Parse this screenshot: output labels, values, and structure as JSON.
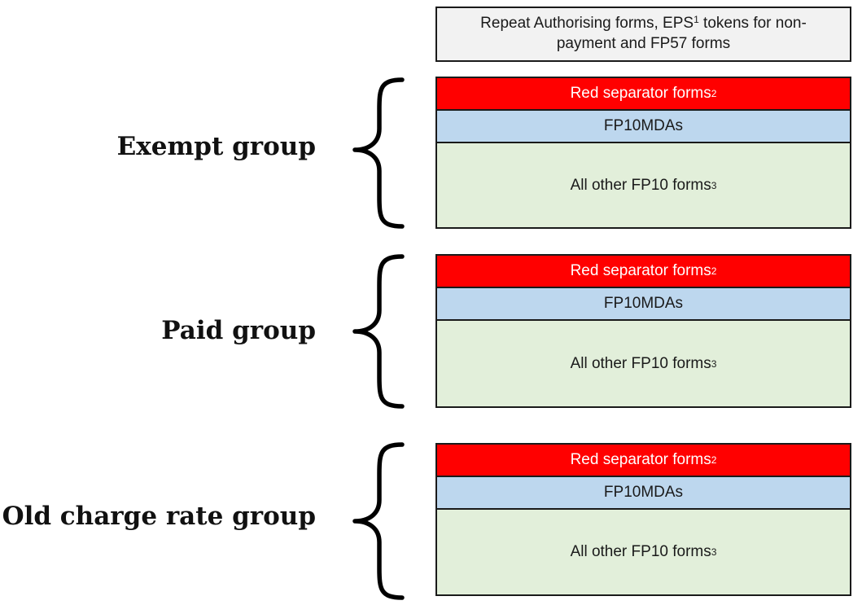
{
  "top_box": {
    "text": "Repeat Authorising forms, EPS",
    "sup": "1",
    "text_after": " tokens for non-payment and FP57 forms"
  },
  "groups": [
    {
      "label": "Exempt group",
      "red": {
        "text": "Red separator  forms",
        "sup": "2"
      },
      "blue": {
        "text": "FP10MDAs"
      },
      "green": {
        "text": "All other FP10 forms",
        "sup": "3"
      }
    },
    {
      "label": "Paid group",
      "red": {
        "text": "Red separator forms",
        "sup": "2"
      },
      "blue": {
        "text": "FP10MDAs"
      },
      "green": {
        "text": "All other FP10 forms",
        "sup": "3"
      }
    },
    {
      "label": "Old charge rate group",
      "red": {
        "text": "Red separator forms",
        "sup": "2"
      },
      "blue": {
        "text": "FP10MDAs"
      },
      "green": {
        "text": "All other FP10 forms",
        "sup": "3"
      }
    }
  ],
  "colors": {
    "red_separator": "#ff0000",
    "fp10mda": "#bdd7ee",
    "other_fp10": "#e2efda",
    "top_box": "#f2f2f2"
  }
}
